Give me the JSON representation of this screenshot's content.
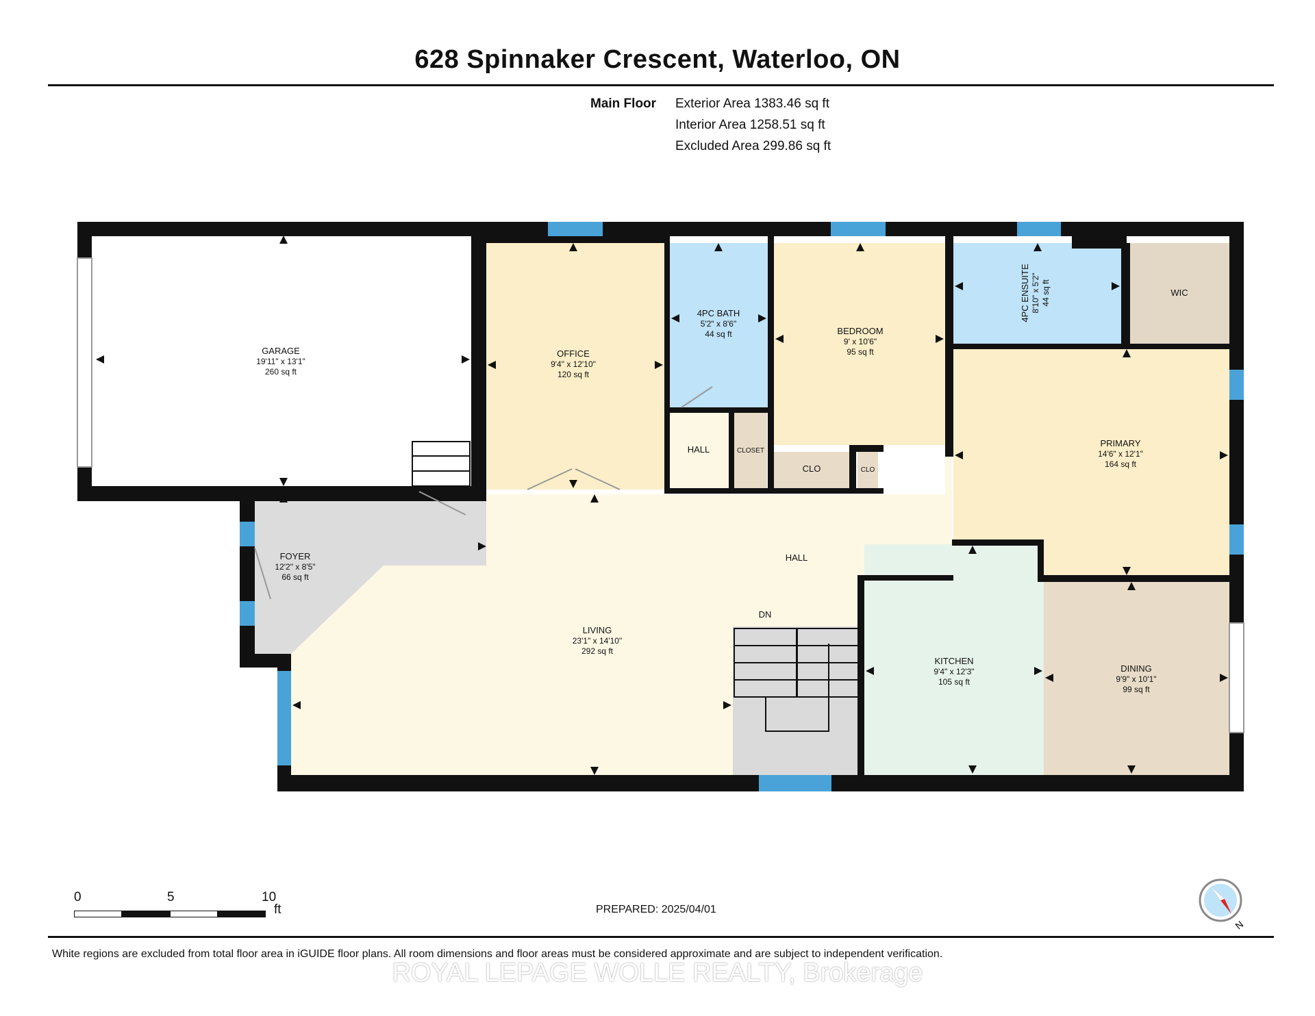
{
  "header": {
    "title": "628 Spinnaker Crescent, Waterloo, ON"
  },
  "areas": {
    "floor_label": "Main Floor",
    "exterior": "Exterior Area 1383.46 sq ft",
    "interior": "Interior Area 1258.51 sq ft",
    "excluded": "Excluded Area 299.86 sq ft"
  },
  "rooms": {
    "garage": {
      "name": "GARAGE",
      "dims": "19'11\" x 13'1\"",
      "area": "260 sq ft"
    },
    "office": {
      "name": "OFFICE",
      "dims": "9'4\" x 12'10\"",
      "area": "120 sq ft"
    },
    "bath": {
      "name": "4PC BATH",
      "dims": "5'2\" x 8'6\"",
      "area": "44 sq ft"
    },
    "bedroom": {
      "name": "BEDROOM",
      "dims": "9' x 10'6\"",
      "area": "95 sq ft"
    },
    "ensuite": {
      "name": "4PC ENSUITE",
      "dims": "8'10\" x 5'2\"",
      "area": "44 sq ft"
    },
    "wic": {
      "name": "WIC"
    },
    "primary": {
      "name": "PRIMARY",
      "dims": "14'6\" x 12'1\"",
      "area": "164 sq ft"
    },
    "hall_small": {
      "name": "HALL"
    },
    "closet": {
      "name": "CLOSET"
    },
    "clo1": {
      "name": "CLO"
    },
    "clo2": {
      "name": "CLO"
    },
    "foyer": {
      "name": "FOYER",
      "dims": "12'2\" x 8'5\"",
      "area": "66 sq ft"
    },
    "hall": {
      "name": "HALL"
    },
    "living": {
      "name": "LIVING",
      "dims": "23'1\" x 14'10\"",
      "area": "292 sq ft"
    },
    "stairs": {
      "name": "DN"
    },
    "kitchen": {
      "name": "KITCHEN",
      "dims": "9'4\" x 12'3\"",
      "area": "105 sq ft"
    },
    "dining": {
      "name": "DINING",
      "dims": "9'9\" x 10'1\"",
      "area": "99 sq ft"
    }
  },
  "scale": {
    "t0": "0",
    "t5": "5",
    "t10": "10",
    "unit": "ft"
  },
  "compass": {
    "label": "N"
  },
  "footer": {
    "prepared": "PREPARED: 2025/04/01",
    "disclaimer": "White regions are excluded from total floor area in iGUIDE floor plans. All room dimensions and floor areas must be considered approximate and are subject to independent verification.",
    "brand": "ROYAL LEPAGE WOLLE REALTY, Brokerage"
  },
  "colors": {
    "wall": "#111111",
    "window": "#4aa3d8",
    "office": "#fbeec8",
    "bath": "#bfe3f8",
    "living": "#fdf8e4",
    "foyer": "#dcdcdc",
    "kitchen": "#e6f3ea",
    "dining": "#e8dcc8",
    "wic": "#e3d8c6"
  }
}
